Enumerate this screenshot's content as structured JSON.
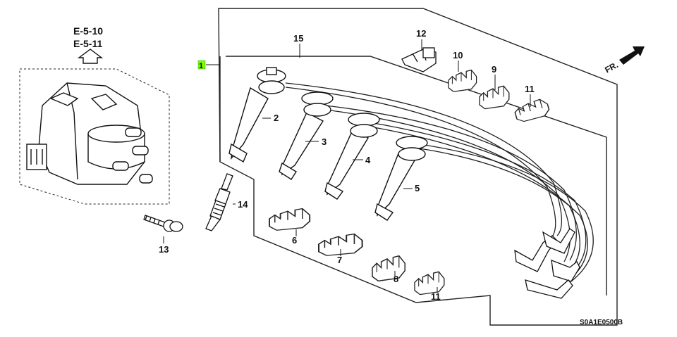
{
  "refs": {
    "top": "E-5-10",
    "bottom": "E-5-11"
  },
  "direction_label": "FR.",
  "highlight_color": "#7CFC00",
  "figure_code": "S0A1E0500B",
  "parts": [
    {
      "id": "part-1",
      "num": "1"
    },
    {
      "id": "part-2",
      "num": "2"
    },
    {
      "id": "part-3",
      "num": "3"
    },
    {
      "id": "part-4",
      "num": "4"
    },
    {
      "id": "part-5",
      "num": "5"
    },
    {
      "id": "part-6",
      "num": "6"
    },
    {
      "id": "part-7",
      "num": "7"
    },
    {
      "id": "part-8",
      "num": "8"
    },
    {
      "id": "part-9",
      "num": "9"
    },
    {
      "id": "part-10",
      "num": "10"
    },
    {
      "id": "part-11a",
      "num": "11"
    },
    {
      "id": "part-11b",
      "num": "11"
    },
    {
      "id": "part-12",
      "num": "12"
    },
    {
      "id": "part-13",
      "num": "13"
    },
    {
      "id": "part-14",
      "num": "14"
    },
    {
      "id": "part-15",
      "num": "15"
    }
  ]
}
